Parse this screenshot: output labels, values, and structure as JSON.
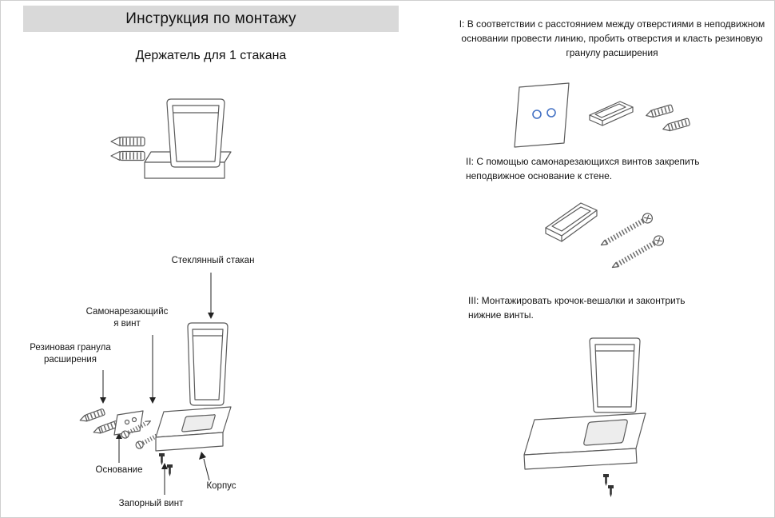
{
  "header": {
    "title": "Инструкция по монтажу"
  },
  "left": {
    "subtitle": "Держатель для 1 стакана",
    "part_labels": {
      "glass": "Стеклянный стакан",
      "self_tapping_screw": "Самонарезающийс\nя винт",
      "rubber_granule": "Резиновая гранула\nрасширения",
      "base": "Основание",
      "lock_screw": "Запорный винт",
      "body": "Корпус"
    }
  },
  "right": {
    "steps": [
      {
        "id": "I",
        "text": "I: В соответствии с расстоянием между отверстиями в неподвижном\nосновании провести линию, пробить отверстия и класть резиновую\nгранулу расширения"
      },
      {
        "id": "II",
        "text": "II: С помощью самонарезающихся винтов закрепить\nнеподвижное основание к стене."
      },
      {
        "id": "III",
        "text": "III: Монтажировать крочок-вешалки и законтрить\nнижние винты."
      }
    ]
  },
  "colors": {
    "header_background": "#d9d9d9",
    "drawing_line": "#5a5a5a",
    "accent_blue_holes": "#4472c4",
    "text": "#111111"
  }
}
